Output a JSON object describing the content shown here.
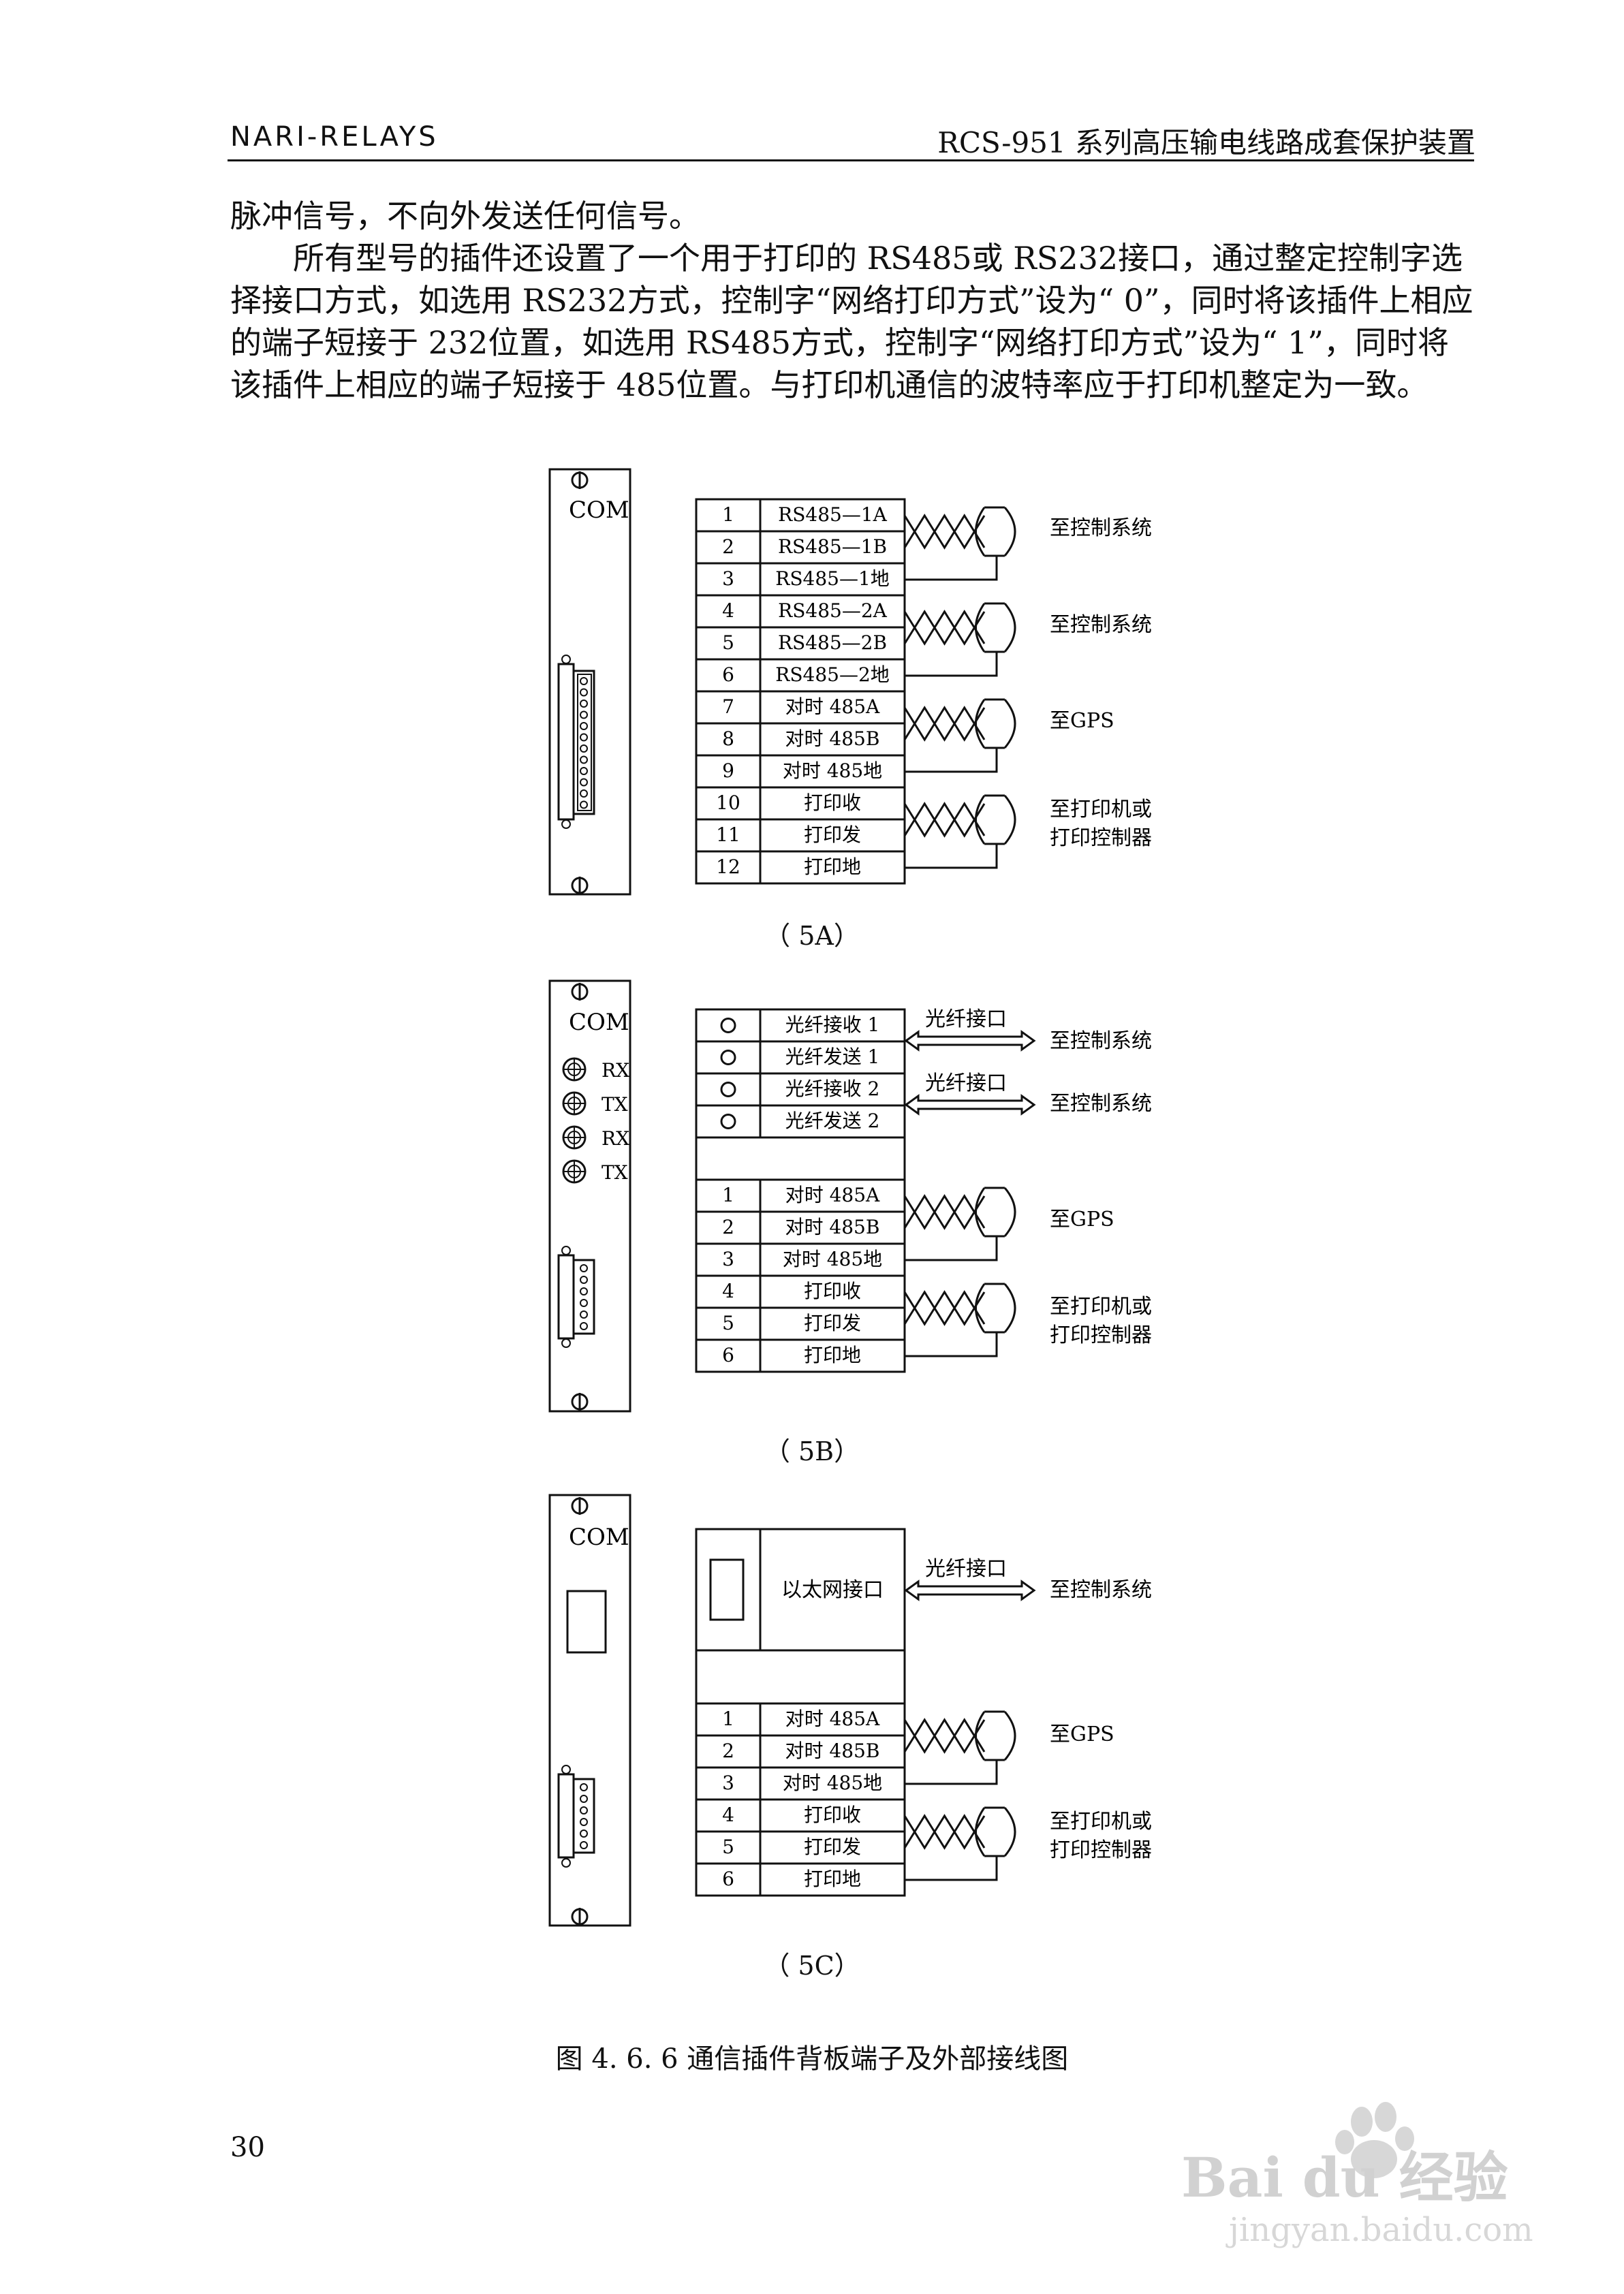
{
  "header": {
    "left": "NARI-RELAYS",
    "right": "RCS-951 系列高压输电线路成套保护装置"
  },
  "body": {
    "p1": "脉冲信号，不向外发送任何信号。",
    "p2": "所有型号的插件还设置了一个用于打印的 RS485或 RS232接口，通过整定控制字选择接口方式，如选用 RS232方式，控制字“网络打印方式”设为“ 0”，同时将该插件上相应的端子短接于 232位置，如选用 RS485方式，控制字“网络打印方式”设为“ 1”，同时将该插件上相应的端子短接于 485位置。与打印机通信的波特率应于打印机整定为一致。"
  },
  "fig5a": {
    "board_label": "COM",
    "rows": [
      {
        "num": "1",
        "label": "RS485—1A"
      },
      {
        "num": "2",
        "label": "RS485—1B"
      },
      {
        "num": "3",
        "label": "RS485—1地"
      },
      {
        "num": "4",
        "label": "RS485—2A"
      },
      {
        "num": "5",
        "label": "RS485—2B"
      },
      {
        "num": "6",
        "label": "RS485—2地"
      },
      {
        "num": "7",
        "label": "对时 485A"
      },
      {
        "num": "8",
        "label": "对时 485B"
      },
      {
        "num": "9",
        "label": "对时 485地"
      },
      {
        "num": "10",
        "label": "打印收"
      },
      {
        "num": "11",
        "label": "打印发"
      },
      {
        "num": "12",
        "label": "打印地"
      }
    ],
    "dest1": "至控制系统",
    "dest2": "至控制系统",
    "dest3": "至GPS",
    "dest4a": "至打印机或",
    "dest4b": "打印控制器",
    "caption": "（ 5A）"
  },
  "fig5b": {
    "board_label": "COM",
    "port_labels": [
      "RX",
      "TX",
      "RX",
      "TX"
    ],
    "fiber_rows": [
      "光纤接收 1",
      "光纤发送 1",
      "光纤接收 2",
      "光纤发送 2"
    ],
    "fiber_link1": "光纤接口",
    "fiber_link2": "光纤接口",
    "dest1": "至控制系统",
    "dest2": "至控制系统",
    "rows": [
      {
        "num": "1",
        "label": "对时 485A"
      },
      {
        "num": "2",
        "label": "对时 485B"
      },
      {
        "num": "3",
        "label": "对时 485地"
      },
      {
        "num": "4",
        "label": "打印收"
      },
      {
        "num": "5",
        "label": "打印发"
      },
      {
        "num": "6",
        "label": "打印地"
      }
    ],
    "dest3": "至GPS",
    "dest4a": "至打印机或",
    "dest4b": "打印控制器",
    "caption": "（ 5B）"
  },
  "fig5c": {
    "board_label": "COM",
    "ethernet_label": "以太网接口",
    "fiber_link": "光纤接口",
    "dest1": "至控制系统",
    "rows": [
      {
        "num": "1",
        "label": "对时 485A"
      },
      {
        "num": "2",
        "label": "对时 485B"
      },
      {
        "num": "3",
        "label": "对时 485地"
      },
      {
        "num": "4",
        "label": "打印收"
      },
      {
        "num": "5",
        "label": "打印发"
      },
      {
        "num": "6",
        "label": "打印地"
      }
    ],
    "dest3": "至GPS",
    "dest4a": "至打印机或",
    "dest4b": "打印控制器",
    "caption": "（ 5C）"
  },
  "figure_caption": "图 4. 6. 6 通信插件背板端子及外部接线图",
  "page_number": "30",
  "watermark": {
    "brand": "Bai du 经验",
    "url": "jingyan.baidu.com"
  }
}
